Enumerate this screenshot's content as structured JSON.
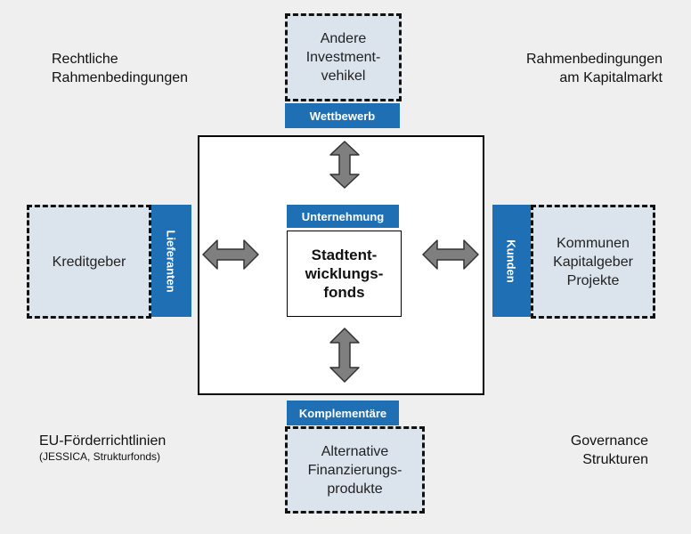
{
  "corners": {
    "top_left": [
      "Rechtliche",
      "Rahmenbedingungen"
    ],
    "top_right": [
      "Rahmenbedingungen",
      "am Kapitalmarkt"
    ],
    "bottom_left": {
      "title": "EU-Förderrichtlinien",
      "subtitle": "(JESSICA, Strukturfonds)"
    },
    "bottom_right": [
      "Governance",
      "Strukturen"
    ]
  },
  "center": {
    "tag": "Unternehmung",
    "lines": [
      "Stadtent-",
      "wicklungs-",
      "fonds"
    ]
  },
  "top": {
    "tag": "Wettbewerb",
    "lines": [
      "Andere",
      "Investment-",
      "vehikel"
    ]
  },
  "left": {
    "tag": "Lieferanten",
    "lines": [
      "Kreditgeber"
    ]
  },
  "right": {
    "tag": "Kunden",
    "lines": [
      "Kommunen",
      "Kapitalgeber",
      "Projekte"
    ]
  },
  "bottom": {
    "tag": "Komplementäre",
    "lines": [
      "Alternative",
      "Finanzierungs-",
      "produkte"
    ]
  },
  "colors": {
    "tag_blue": "#1f6fb5",
    "box_fill": "#dbe3ed",
    "arrow_fill": "#7f7f7f"
  }
}
